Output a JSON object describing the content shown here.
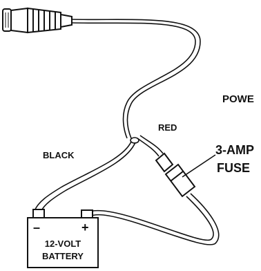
{
  "labels": {
    "power": "POWE",
    "red": "RED",
    "black": "BLACK",
    "fuse_line1": "3-AMP",
    "fuse_line2": "FUSE",
    "battery_line1": "12-VOLT",
    "battery_line2": "BATTERY",
    "negative_terminal": "–",
    "positive_terminal": "+"
  },
  "colors": {
    "line": "#111111",
    "background": "#ffffff"
  },
  "icons": {
    "connector": "power-plug-icon",
    "fuse": "inline-fuse-holder-icon",
    "battery": "battery-icon"
  }
}
